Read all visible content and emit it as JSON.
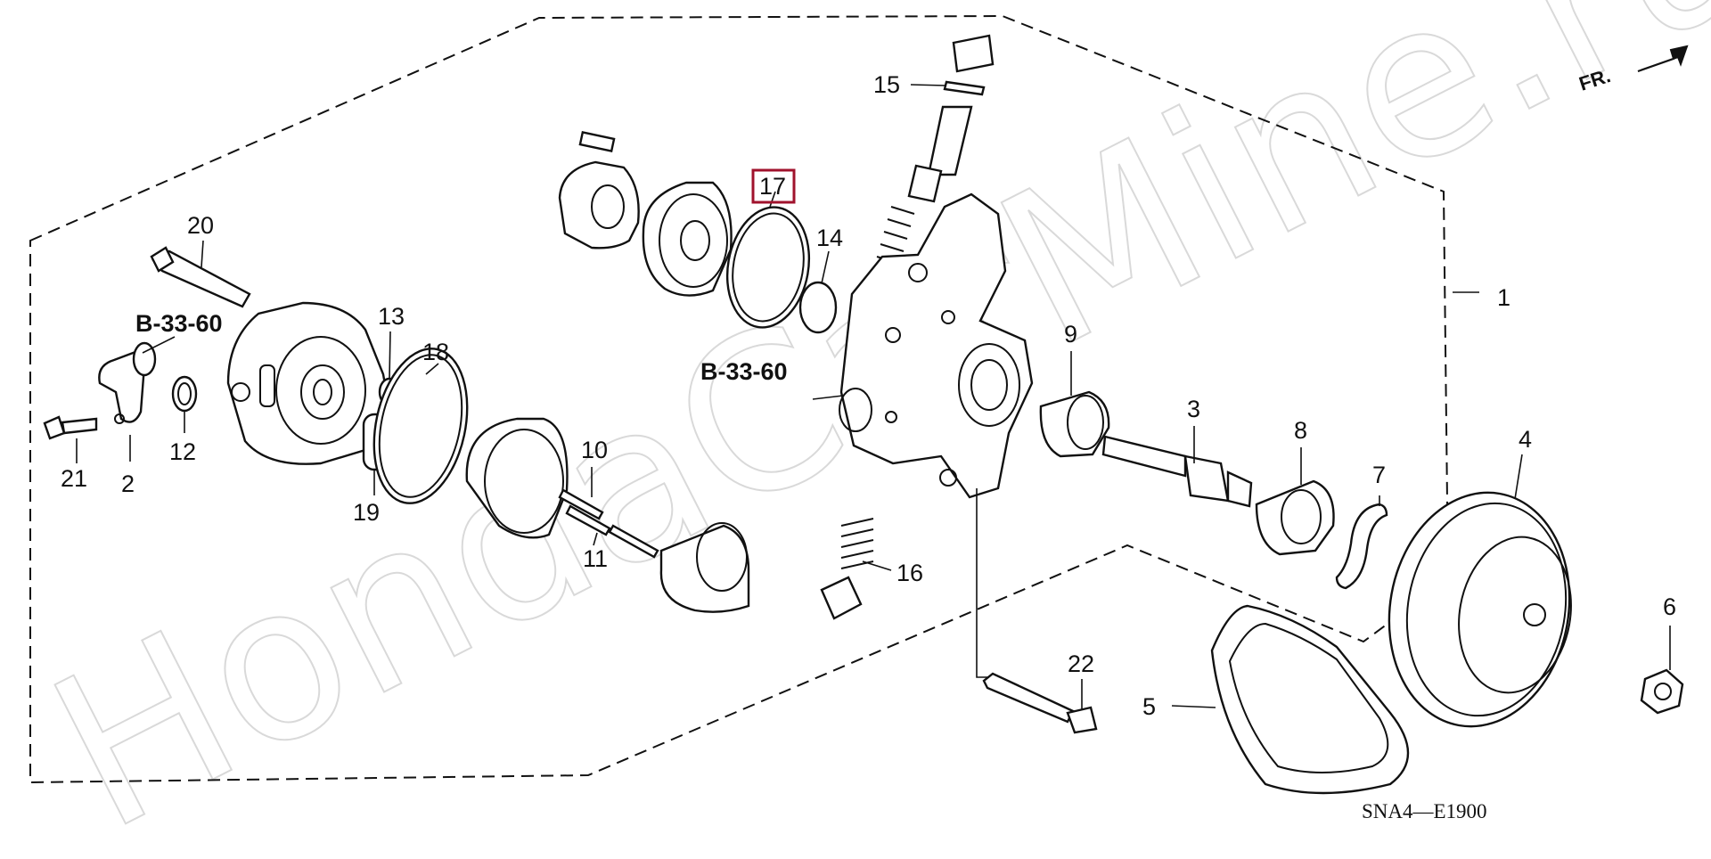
{
  "watermark": "HondaCarMine.ru",
  "direction_label": "FR.",
  "diagram_code": "SNA4—E1900",
  "references": [
    {
      "id": "ref-left",
      "text": "B-33-60"
    },
    {
      "id": "ref-center",
      "text": "B-33-60"
    }
  ],
  "callouts": [
    "1",
    "2",
    "3",
    "4",
    "5",
    "6",
    "7",
    "8",
    "9",
    "10",
    "11",
    "12",
    "13",
    "14",
    "15",
    "16",
    "17",
    "18",
    "19",
    "20",
    "21",
    "22"
  ],
  "highlighted_part": "17",
  "colors": {
    "highlight": "#a0122c",
    "line": "#111111",
    "watermark": "#d9d9d9"
  }
}
